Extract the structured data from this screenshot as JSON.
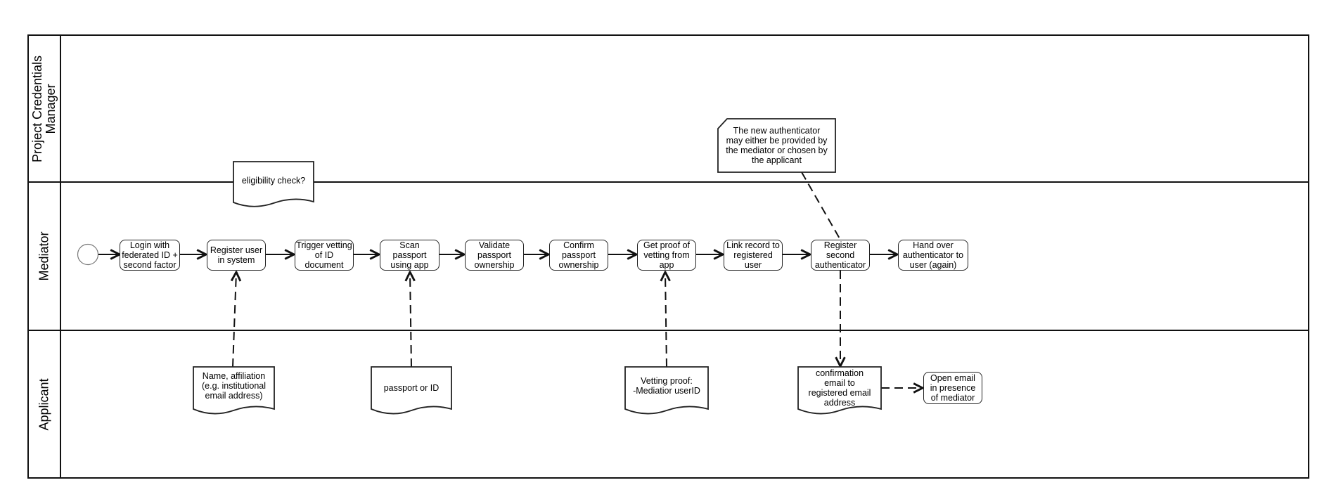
{
  "lanes": {
    "pcm": "Project Credentials\nManager",
    "mediator": "Mediator",
    "applicant": "Applicant"
  },
  "tasks": {
    "login": "Login with\nfederated ID +\nsecond factor",
    "register_user": "Register user\nin system",
    "trigger_vetting": "Trigger vetting\nof  ID\ndocument",
    "scan_passport": "Scan\npassport\nusing app",
    "validate": "Validate\npassport\nownership",
    "confirm": "Confirm\npassport\nownership",
    "get_proof": "Get proof of\nvetting from\napp",
    "link_record": "Link record to\nregistered\nuser",
    "register_second": "Register\nsecond\nauthenticator",
    "hand_over": "Hand over\nauthenticator to\nuser (again)",
    "open_email": "Open email\nin presence\nof mediator"
  },
  "documents": {
    "eligibility": "eligibility check?",
    "name_affiliation": "Name, affiliation\n(e.g. institutional\nemail address)",
    "passport": "passport or ID",
    "vetting_proof": "Vetting proof:\n-Mediatior userID",
    "confirmation_email": "confirmation\nemail to\nregistered email\naddress"
  },
  "note": "The new authenticator\nmay either be provided by\nthe mediator or chosen by\nthe applicant"
}
